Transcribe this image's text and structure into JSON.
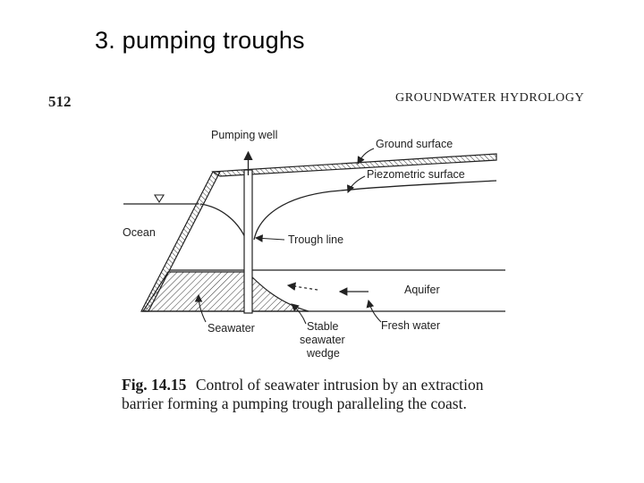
{
  "slide": {
    "title": "3. pumping troughs"
  },
  "book": {
    "page_number": "512",
    "running_head": "GROUNDWATER HYDROLOGY"
  },
  "figure": {
    "labels": {
      "pumping_well": "Pumping well",
      "ground_surface": "Ground surface",
      "piezometric_surface": "Piezometric surface",
      "ocean": "Ocean",
      "trough_line": "Trough line",
      "aquifer": "Aquifer",
      "seawater": "Seawater",
      "stable_wedge_line1": "Stable",
      "stable_wedge_line2": "seawater",
      "stable_wedge_line3": "wedge",
      "fresh_water": "Fresh water"
    },
    "caption": {
      "number": "Fig. 14.15",
      "text": "Control of seawater intrusion by an extraction barrier forming a pumping trough paralleling the coast."
    }
  }
}
